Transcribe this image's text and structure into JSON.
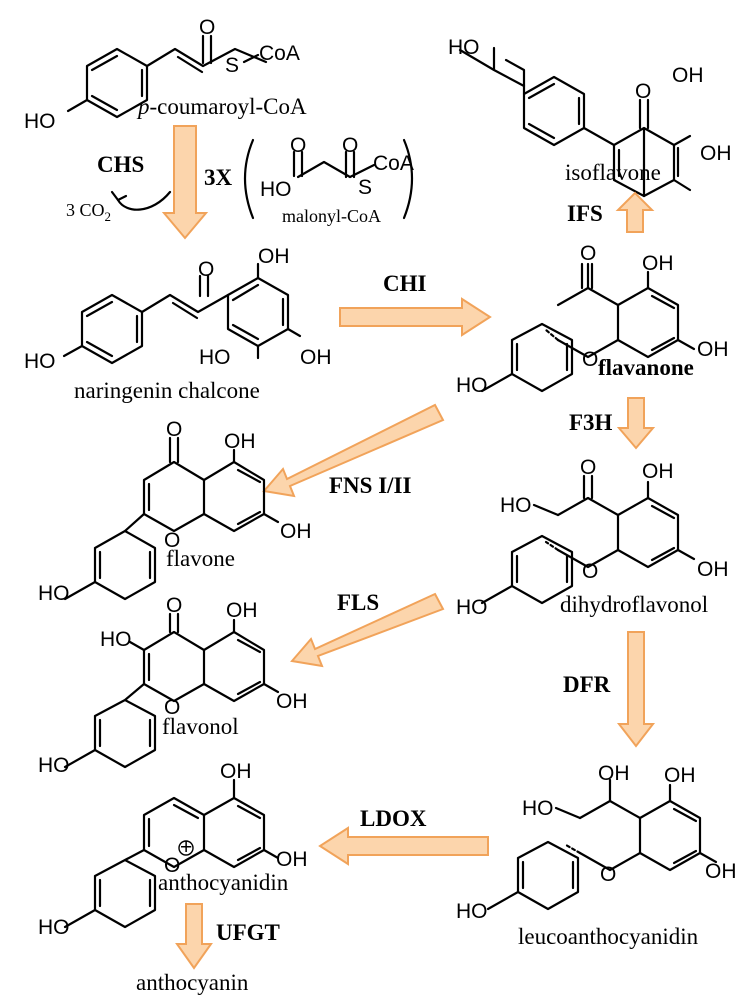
{
  "compounds": {
    "coumaroyl": "p-coumaroyl-CoA",
    "coumaroyl_prefix": "p",
    "coumaroyl_suffix": "-coumaroyl-CoA",
    "malonyl": "malonyl-CoA",
    "chalcone": "naringenin chalcone",
    "isoflavone": "isoflavone",
    "flavanone": "flavanone",
    "flavone": "flavone",
    "dihydroflavonol": "dihydroflavonol",
    "flavonol": "flavonol",
    "leucoanthocyanidin": "leucoanthocyanidin",
    "anthocyanidin": "anthocyanidin",
    "anthocyanin": "anthocyanin"
  },
  "enzymes": {
    "chs": "CHS",
    "chi": "CHI",
    "ifs": "IFS",
    "f3h": "F3H",
    "fns": "FNS I/II",
    "fls": "FLS",
    "dfr": "DFR",
    "ldox": "LDOX",
    "ufgt": "UFGT"
  },
  "side": {
    "multiplier": "3X",
    "co2": "3 CO",
    "co2_sub": "2"
  },
  "atoms": {
    "ho": "HO",
    "oh": "OH",
    "o": "O",
    "s": "S",
    "coa": "CoA",
    "plus": "+"
  },
  "colors": {
    "arrow_fill": "#fcd5ac",
    "arrow_stroke": "#f1a35a"
  }
}
